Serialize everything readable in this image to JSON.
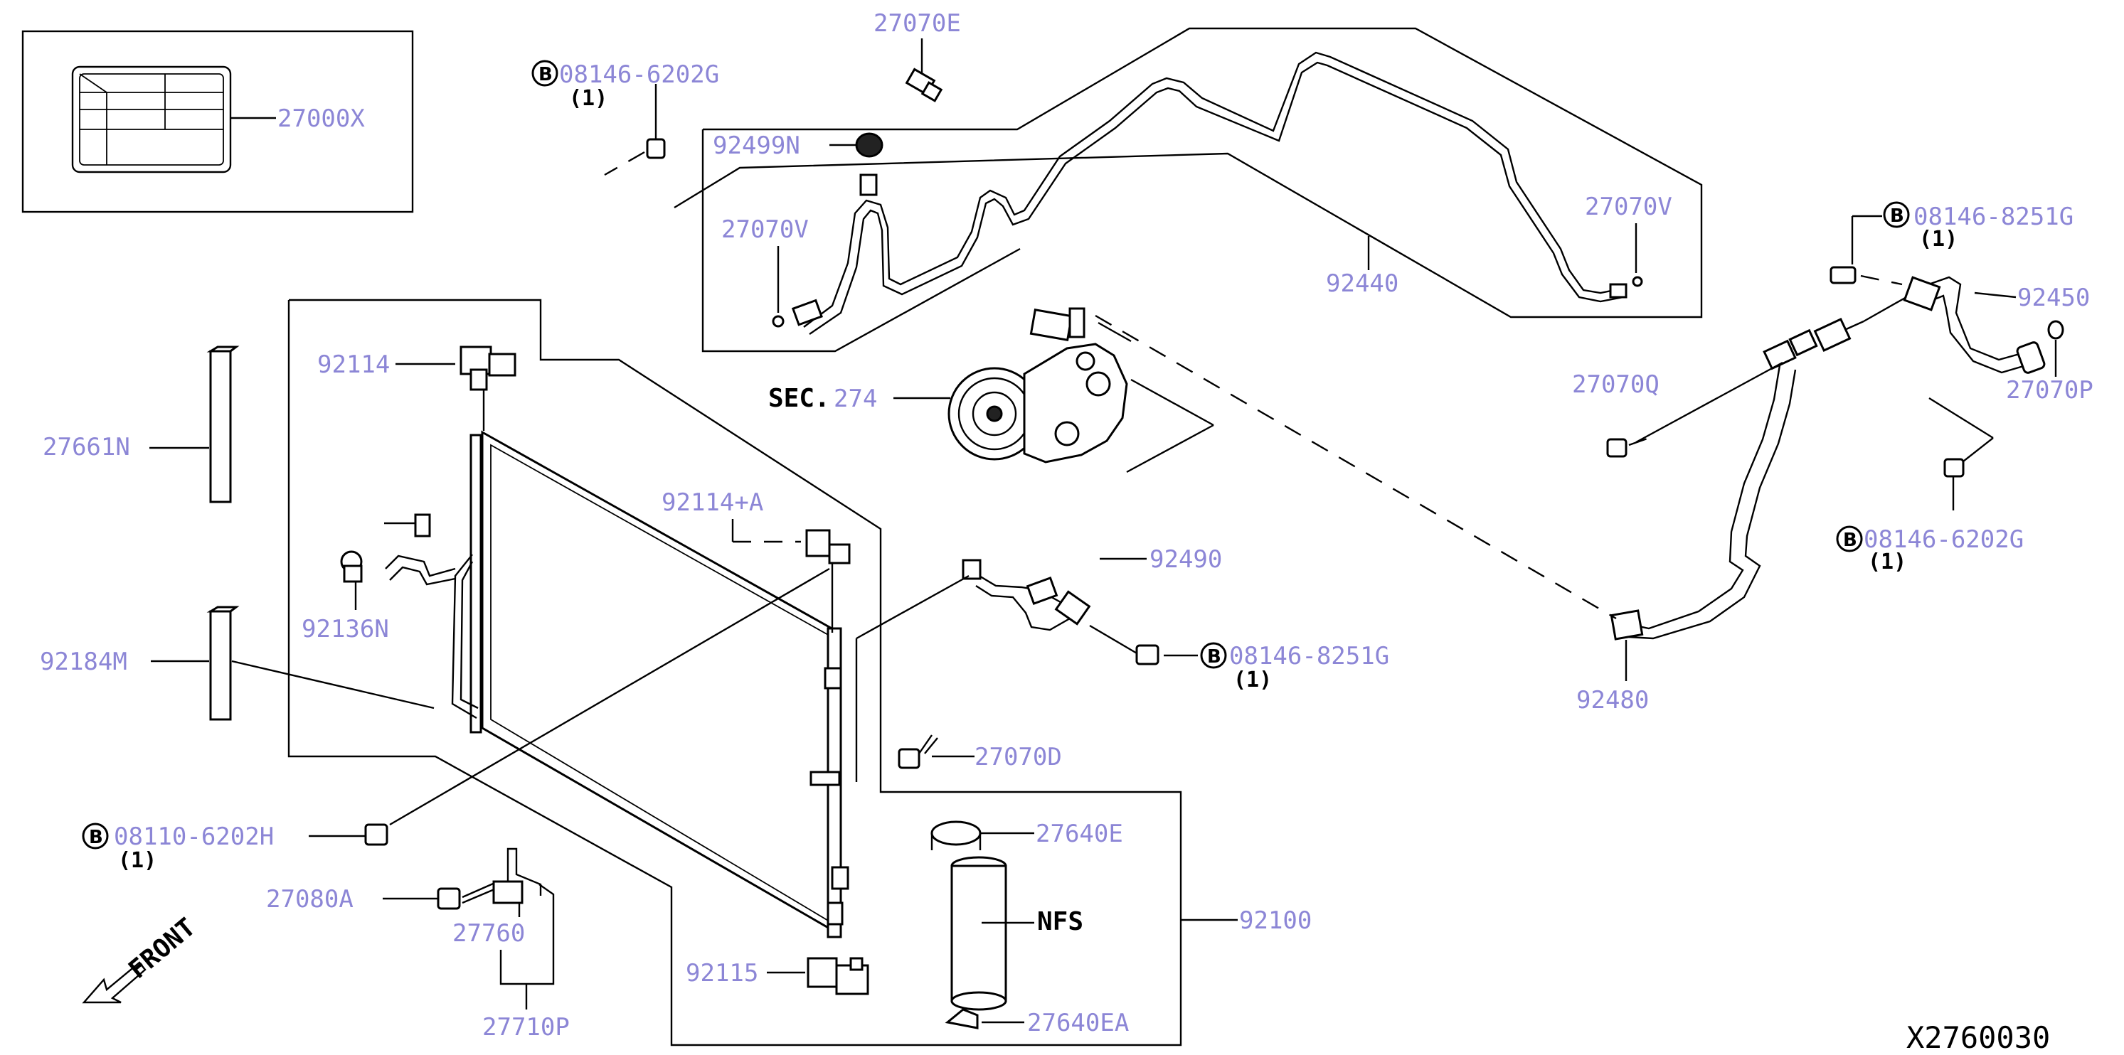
{
  "diagram": {
    "code": "X2760030",
    "front_label": "FRONT",
    "bolt_marker": "B",
    "parts": {
      "p27000X": "27000X",
      "p08146_6202G": "08146-6202G",
      "p08146_6202G_qty": "(1)",
      "p27070E": "27070E",
      "p92499N": "92499N",
      "p27070V_a": "27070V",
      "p27070V_b": "27070V",
      "p92440": "92440",
      "p08146_8251G_a": "08146-8251G",
      "p08146_8251G_a_qty": "(1)",
      "p92450": "92450",
      "p27070Q": "27070Q",
      "p27070P": "27070P",
      "p08146_6202G_b": "08146-6202G",
      "p08146_6202G_b_qty": "(1)",
      "p92480": "92480",
      "sec_prefix": "SEC.",
      "sec_num": "274",
      "p92114": "92114",
      "p27661N": "27661N",
      "p92114A": "92114+A",
      "p92136N": "92136N",
      "p92184M": "92184M",
      "p92490": "92490",
      "p08146_8251G_b": "08146-8251G",
      "p08146_8251G_b_qty": "(1)",
      "p27070D": "27070D",
      "p08110_6202H": "08110-6202H",
      "p08110_6202H_qty": "(1)",
      "p27640E": "27640E",
      "p27080A": "27080A",
      "p27760": "27760",
      "p92100": "92100",
      "nfs": "NFS",
      "p92115": "92115",
      "p27710P": "27710P",
      "p27640EA": "27640EA"
    }
  }
}
